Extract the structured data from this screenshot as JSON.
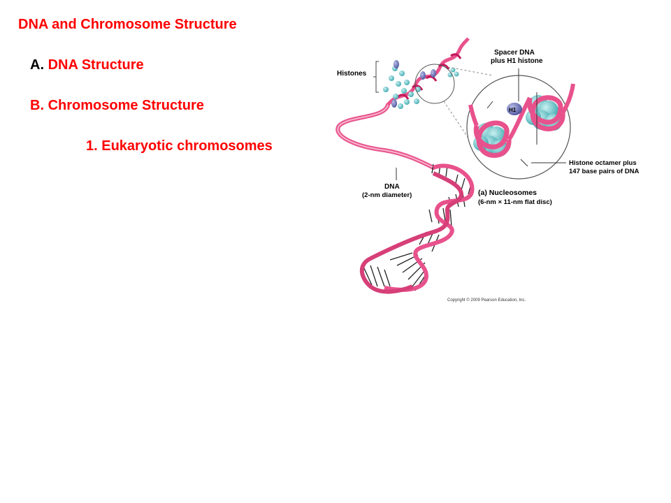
{
  "slide": {
    "title": "DNA and Chromosome Structure",
    "items": [
      {
        "prefix": "A.",
        "label": "DNA Structure"
      },
      {
        "prefix": "B.",
        "label": "Chromosome Structure"
      },
      {
        "prefix": "1.",
        "label": "Eukaryotic chromosomes"
      }
    ]
  },
  "colors": {
    "title": "#ff0000",
    "dna_strand": "#e8528c",
    "histone": "#5cc3c8",
    "h1_histone": "#6d74b8"
  },
  "figure": {
    "labels": {
      "histones": "Histones",
      "spacer_line1": "Spacer DNA",
      "spacer_line2": "plus H1 histone",
      "h1": "H1",
      "octamer_line1": "Histone octamer plus",
      "octamer_line2": "147 base pairs of DNA",
      "dna_line1": "DNA",
      "dna_line2": "(2-nm diameter)",
      "nucleosomes_line1": "(a) Nucleosomes",
      "nucleosomes_line2": "(6-nm × 11-nm flat disc)",
      "copyright": "Copyright © 2009 Pearson Education, Inc."
    }
  }
}
